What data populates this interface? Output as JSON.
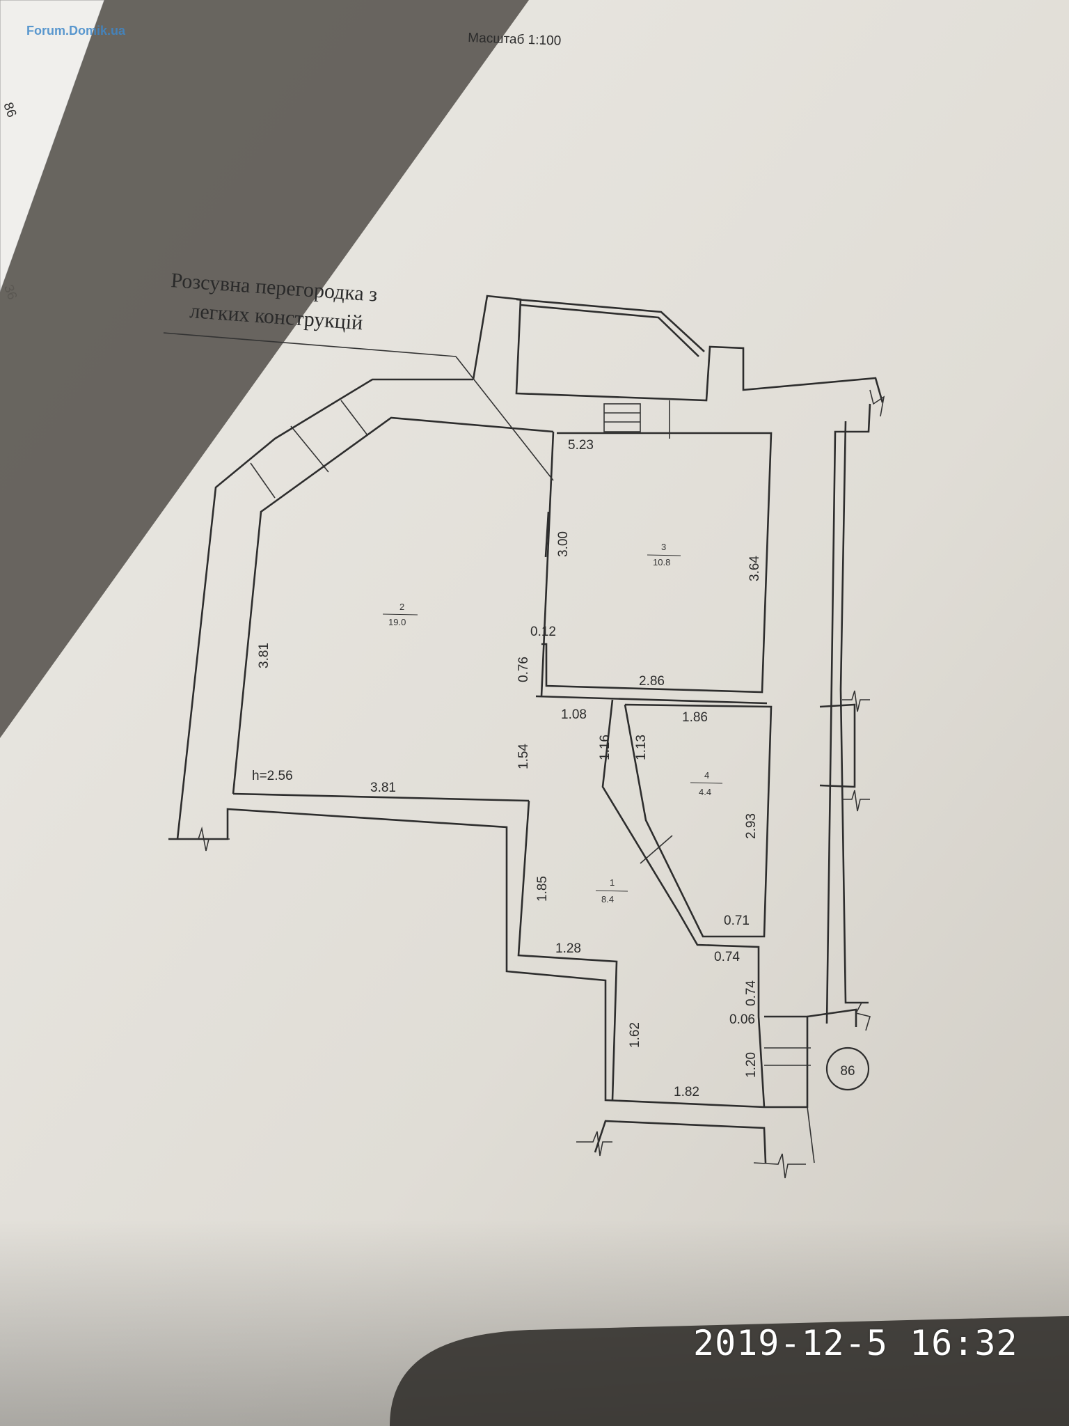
{
  "scale_label": "Масштаб 1:100",
  "annotation": {
    "line1": "Розсувна перегородка з",
    "line2": "легких конструкцій"
  },
  "height_label": "h=2.56",
  "rooms": [
    {
      "number": "1",
      "area": "8.4"
    },
    {
      "number": "2",
      "area": "19.0"
    },
    {
      "number": "3",
      "area": "10.8"
    },
    {
      "number": "4",
      "area": "4.4"
    }
  ],
  "dimensions": {
    "d_5_23": "5.23",
    "d_3_00": "3.00",
    "d_3_64": "3.64",
    "d_0_12": "0.12",
    "d_2_86": "2.86",
    "d_0_76": "0.76",
    "d_3_81_vertical": "3.81",
    "d_1_08": "1.08",
    "d_1_16": "1.16",
    "d_1_13": "1.13",
    "d_1_86": "1.86",
    "d_1_54": "1.54",
    "d_3_81_horizontal": "3.81",
    "d_2_93": "2.93",
    "d_1_85": "1.85",
    "d_0_71": "0.71",
    "d_1_28": "1.28",
    "d_0_74_horizontal": "0.74",
    "d_0_74_vertical": "0.74",
    "d_0_06": "0.06",
    "d_1_62": "1.62",
    "d_1_20": "1.20",
    "d_1_82": "1.82"
  },
  "apartment_number": "86",
  "edge_numbers": {
    "top": "86",
    "middle": "36"
  },
  "timestamp": "2019-12-5 16:32",
  "watermark": "Forum.Domik.ua",
  "colors": {
    "paper": "#e3e1db",
    "shadow": "#5d5954",
    "ink": "#2d2d2d",
    "timestamp": "#ffffff",
    "watermark": "#3f88c9"
  }
}
